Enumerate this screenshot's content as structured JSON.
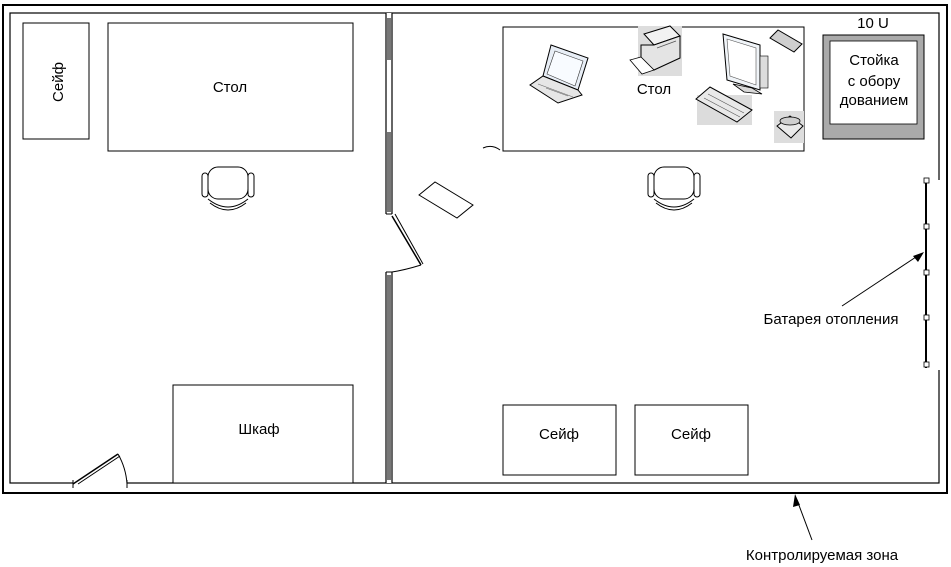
{
  "labels": {
    "safe_left": "Сейф",
    "table_left": "Стол",
    "wardrobe": "Шкаф",
    "table_right": "Стол",
    "rack_units": "10 U",
    "rack_line1": "Стойка",
    "rack_line2": "с обору",
    "rack_line3": "дованием",
    "safe_bottom_1": "Сейф",
    "safe_bottom_2": "Сейф",
    "radiator": "Батарея отопления",
    "controlled_zone": "Контролируемая зона"
  },
  "icons": [
    "laptop-icon",
    "printer-icon",
    "monitor-icon",
    "keyboard-icon",
    "phone-icon",
    "router-icon",
    "chair-icon"
  ]
}
